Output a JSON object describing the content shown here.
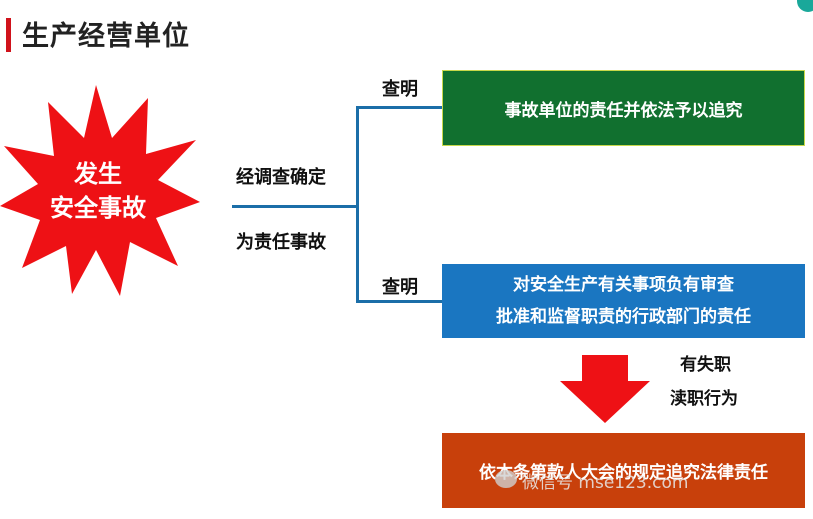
{
  "title": "生产经营单位",
  "burst": {
    "line1": "发生",
    "line2": "安全事故"
  },
  "middle": {
    "line1": "经调查确定",
    "line2": "为责任事故"
  },
  "branch_top_label": "查明",
  "branch_bottom_label": "查明",
  "box_top": "事故单位的责任并依法予以追究",
  "box_mid": {
    "line1": "对安全生产有关事项负有审查",
    "line2": "批准和监督职责的行政部门的责任"
  },
  "arrow_note": {
    "line1": "有失职",
    "line2": "渎职行为"
  },
  "box_bottom": "依本条第款人大会的规定追究法律责任",
  "watermark": "微信号 mse123.com",
  "colors": {
    "accent_red": "#d0121b",
    "green": "#11702f",
    "blue": "#1a76c1",
    "orange": "#c8400b",
    "line": "#1b6ea8"
  }
}
